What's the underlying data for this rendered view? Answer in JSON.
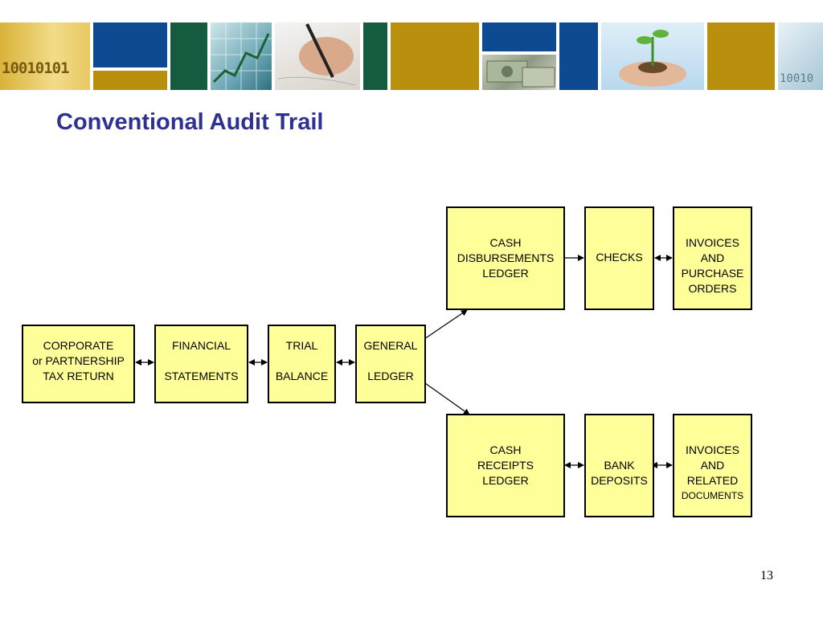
{
  "banner": {
    "tiles": [
      {
        "kind": "photo",
        "icon": "binary-digits-photo",
        "text": "10010101"
      },
      {
        "kind": "color",
        "color": "#0d4a91"
      },
      {
        "kind": "color",
        "color": "#b8900e"
      },
      {
        "kind": "color",
        "color": "#155b3f"
      },
      {
        "kind": "photo",
        "icon": "financial-chart-photo"
      },
      {
        "kind": "photo",
        "icon": "hand-writing-photo"
      },
      {
        "kind": "color",
        "color": "#155b3f"
      },
      {
        "kind": "color",
        "color": "#b8900e"
      },
      {
        "kind": "photo",
        "icon": "banknotes-photo"
      },
      {
        "kind": "color",
        "color": "#0d4a91"
      },
      {
        "kind": "color",
        "color": "#0d4a91"
      },
      {
        "kind": "photo",
        "icon": "hands-seedling-photo"
      },
      {
        "kind": "color",
        "color": "#b8900e"
      },
      {
        "kind": "photo",
        "icon": "binary-digits-photo-right",
        "text": "10010"
      }
    ]
  },
  "title": "Conventional Audit Trail",
  "page_number": "13",
  "boxes": {
    "tax_return": [
      "CORPORATE",
      "or PARTNERSHIP",
      "TAX RETURN"
    ],
    "financial_statements": [
      "FINANCIAL",
      "",
      "STATEMENTS"
    ],
    "trial_balance": [
      "TRIAL",
      "",
      "BALANCE"
    ],
    "general_ledger": [
      "GENERAL",
      "",
      "LEDGER"
    ],
    "cash_disbursements": [
      "CASH",
      "DISBURSEMENTS",
      "LEDGER"
    ],
    "checks": [
      "CHECKS"
    ],
    "invoices_po": [
      "INVOICES",
      "AND",
      "PURCHASE",
      "ORDERS"
    ],
    "cash_receipts": [
      "CASH",
      "RECEIPTS",
      "LEDGER"
    ],
    "bank_deposits": [
      "BANK",
      "DEPOSITS"
    ],
    "invoices_related": [
      "INVOICES",
      "AND",
      "RELATED",
      "DOCUMENTS"
    ]
  },
  "colors": {
    "title": "#2e3192",
    "box_fill": "#ffff99",
    "gold": "#b8900e",
    "blue": "#0d4a91",
    "green": "#155b3f"
  }
}
